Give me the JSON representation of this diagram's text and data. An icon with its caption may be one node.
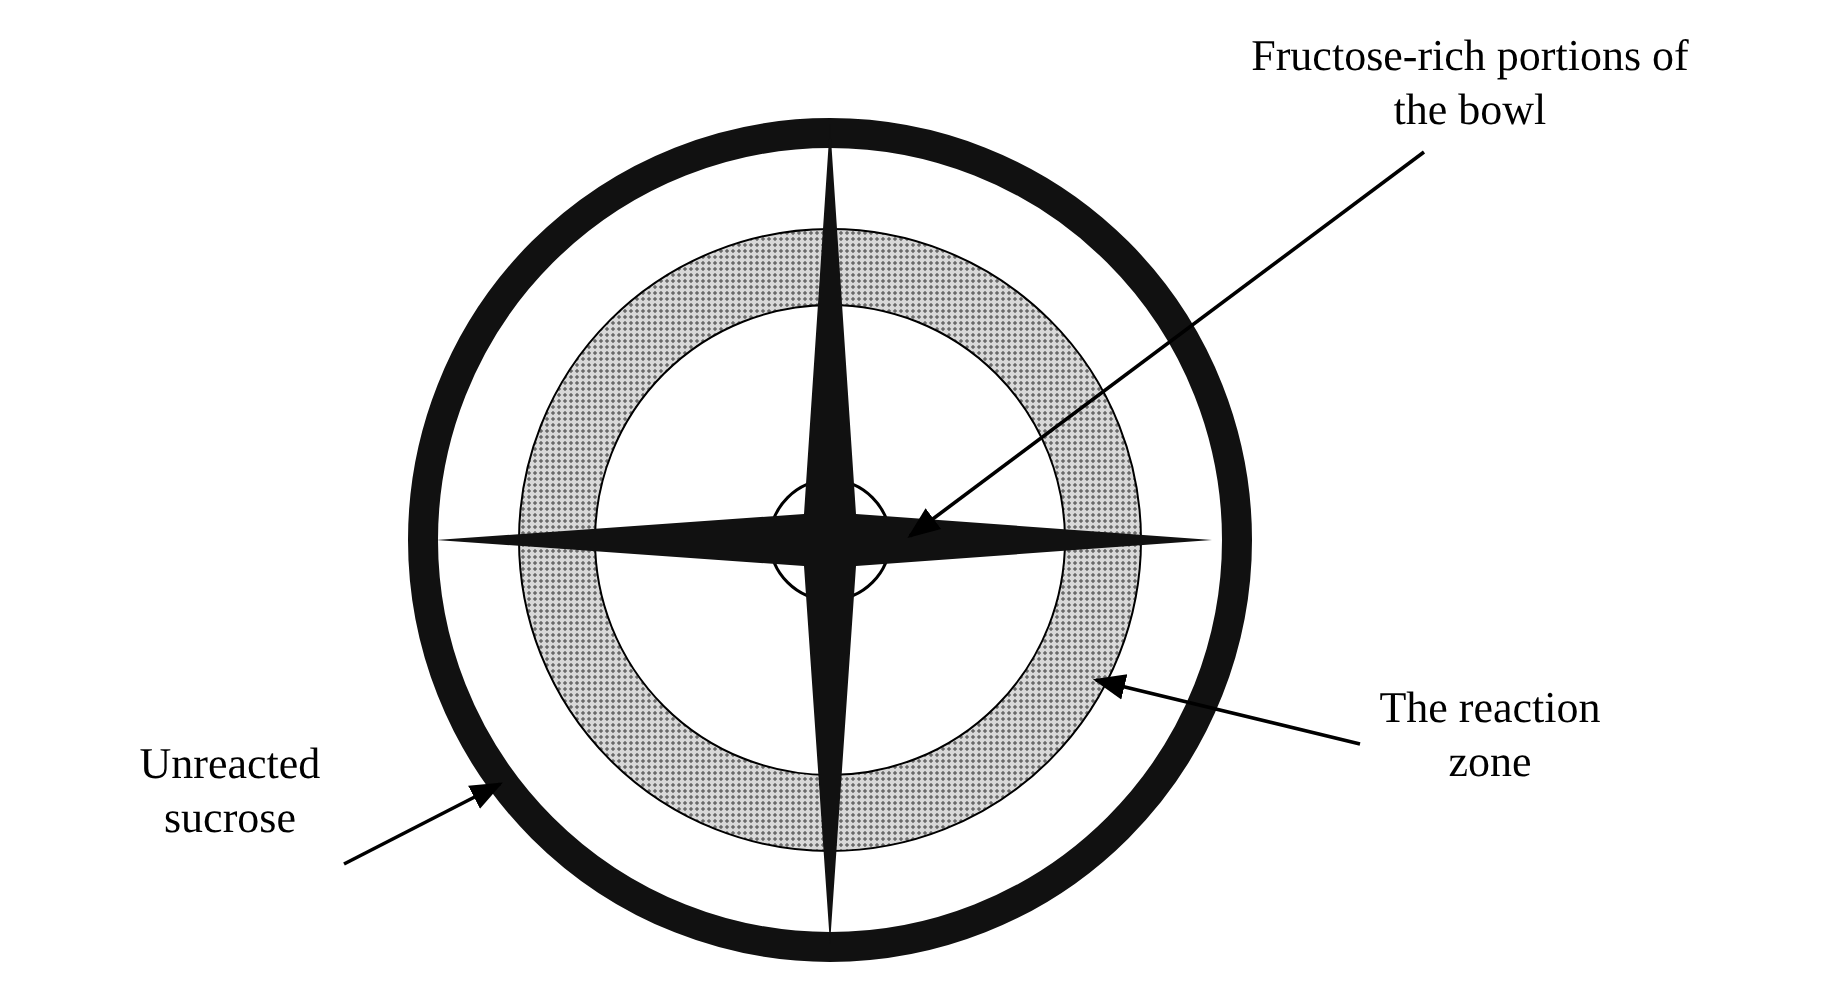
{
  "diagram": {
    "nodes": [
      {
        "text": [
          "Fructose-rich portions of the bowl"
        ]
      },
      {
        "text": [],
        "shape": "circle",
        "in": 3
      },
      {
        "text": [
          "The reaction zone"
        ]
      },
      {
        "text": [],
        "shape": "circle",
        "in": 5
      },
      {
        "text": [
          "Unreacted sucrose"
        ]
      },
      {
        "text": [],
        "shape": "circle"
      }
    ],
    "edges": [
      {
        "from": 0,
        "to": 1,
        "arrow": "to"
      },
      {
        "from": 2,
        "to": 3,
        "arrow": "to"
      },
      {
        "from": 4,
        "to": 5,
        "arrow": "to"
      }
    ]
  }
}
